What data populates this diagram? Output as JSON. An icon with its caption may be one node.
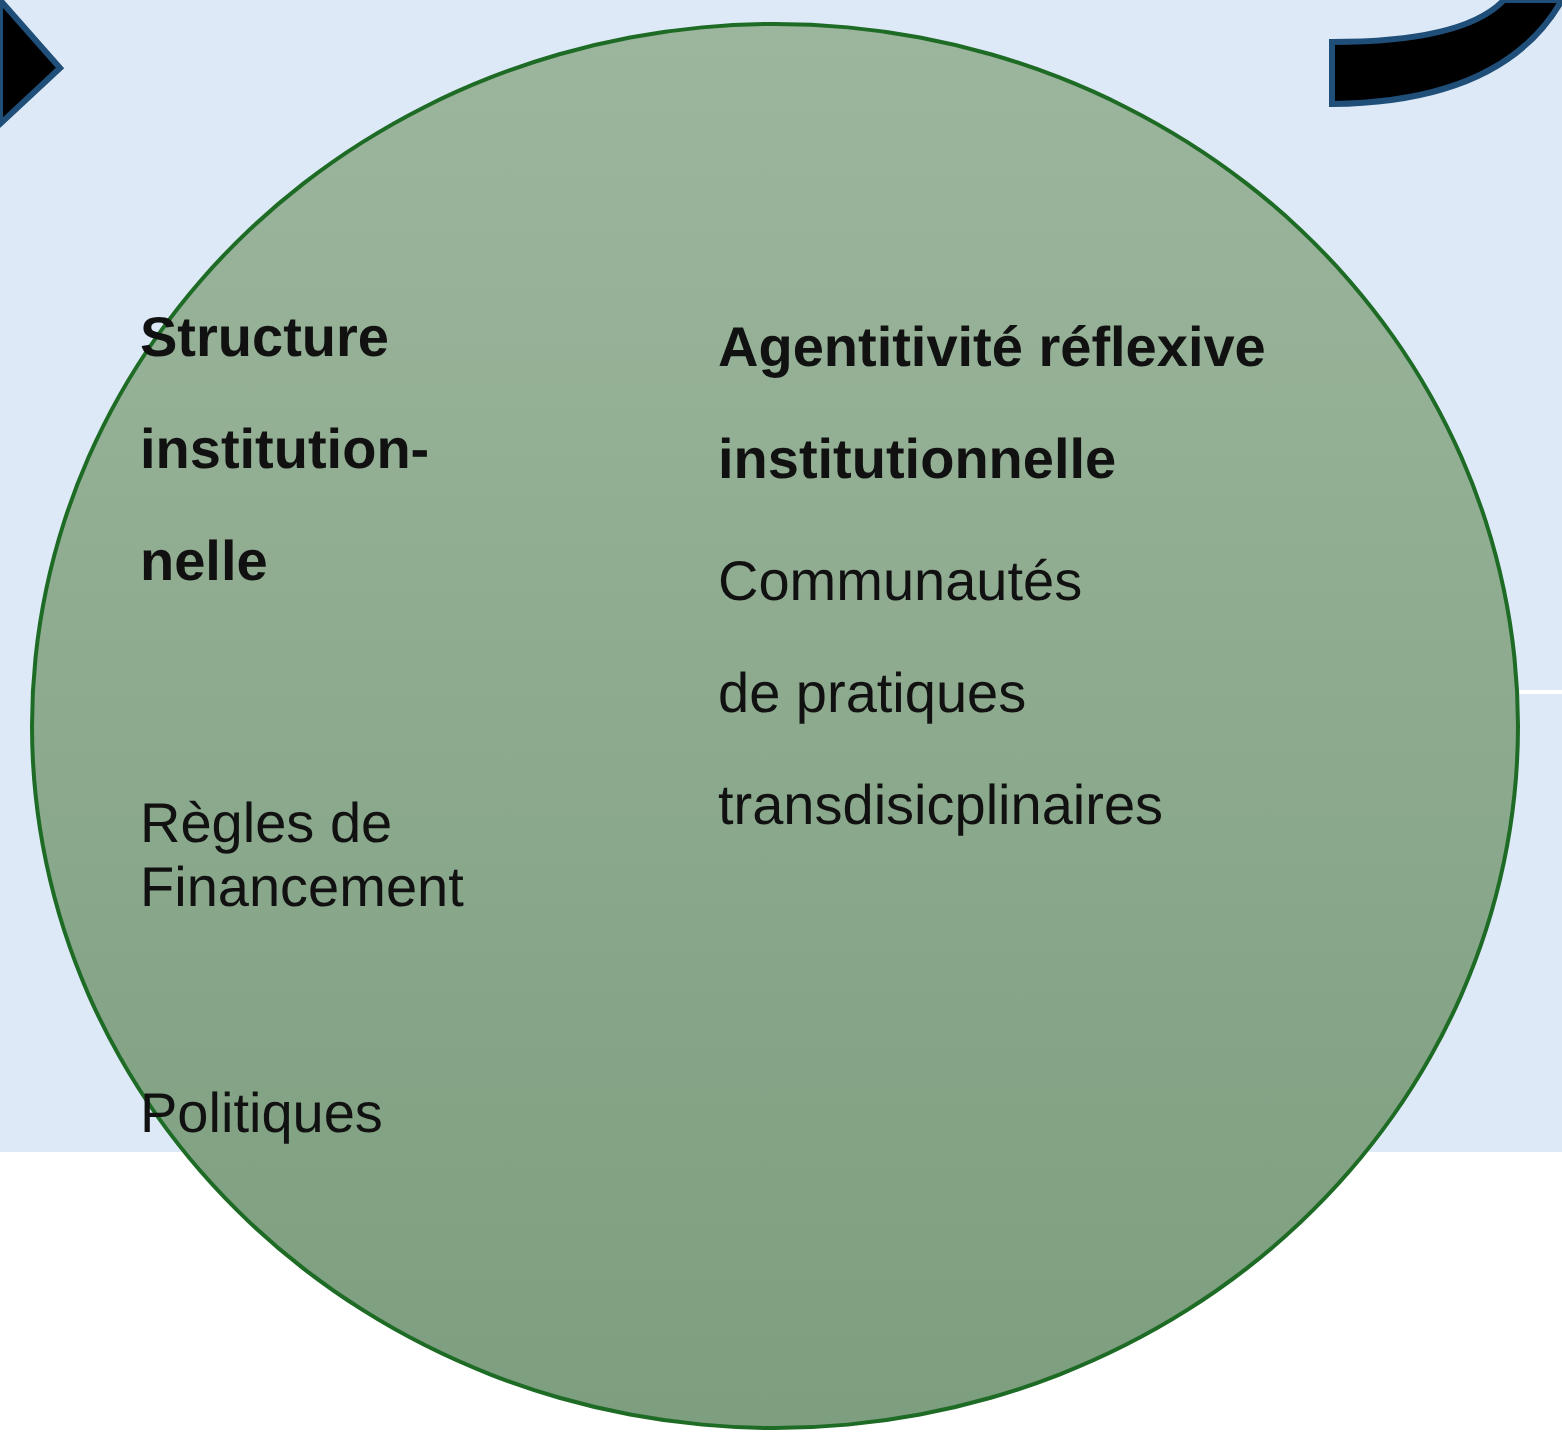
{
  "diagram": {
    "nodes": [
      {
        "text": [
          "Structure institution- nelle",
          "Règles de Financement",
          "Politiques",
          "Agentitivité réflexive institutionnelle",
          "Communautés de pratiques transdisicplinaires"
        ]
      }
    ]
  }
}
